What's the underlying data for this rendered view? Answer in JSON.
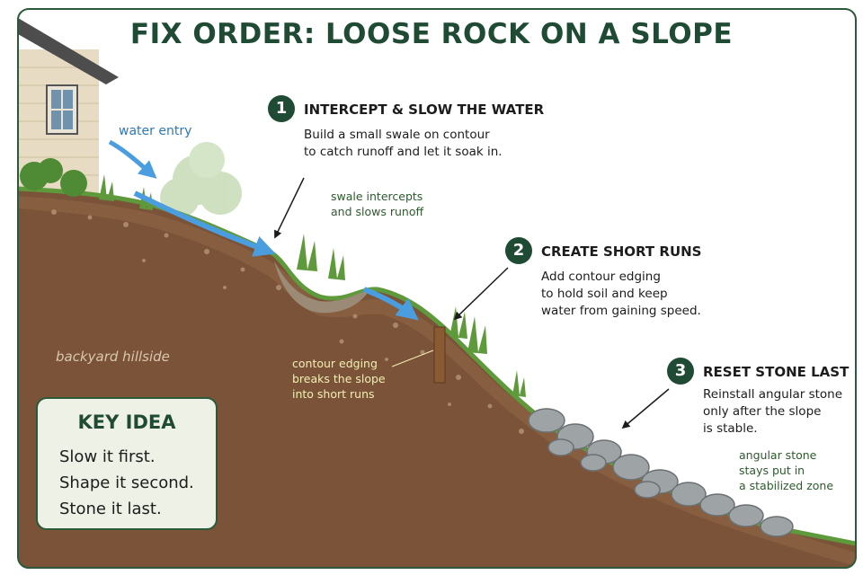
{
  "title": "FIX ORDER: LOOSE ROCK ON A SLOPE",
  "steps": [
    {
      "number": "1",
      "title": "INTERCEPT & SLOW THE WATER",
      "description": "Build a small swale on contour\nto catch runoff and let it soak in."
    },
    {
      "number": "2",
      "title": "CREATE SHORT RUNS",
      "description": "Add contour edging\nto hold soil and keep\nwater from gaining speed."
    },
    {
      "number": "3",
      "title": "RESET STONE LAST",
      "description": "Reinstall angular stone\nonly after the slope\nis stable."
    }
  ],
  "callouts": {
    "water_entry": "water entry",
    "swale": "swale intercepts\nand slows runoff",
    "edging": "contour edging\nbreaks the slope\ninto short runs",
    "stone": "angular stone\nstays put in\na stabilized zone",
    "hillside": "backyard hillside"
  },
  "key_idea": {
    "title": "KEY IDEA",
    "lines": [
      "Slow it first.",
      "Shape it second.",
      "Stone it last."
    ]
  },
  "colors": {
    "title": "#1f4a33",
    "soil": "#7a5338",
    "water": "#4a9ee0",
    "grass": "#5e9a3c",
    "stone": "#9ea3a6"
  }
}
